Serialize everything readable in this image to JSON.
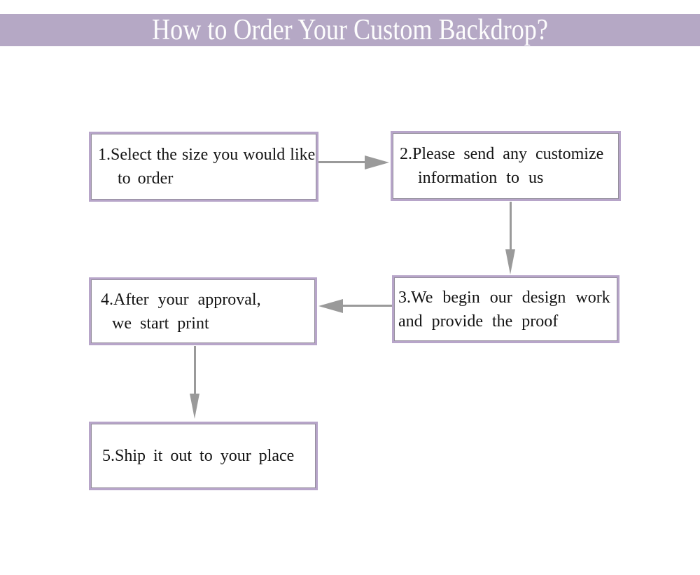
{
  "header": {
    "title": "How to Order Your Custom Backdrop?"
  },
  "colors": {
    "banner_background": "#b5a8c5",
    "banner_text": "#fdfdfd",
    "box_border": "#b7a5c9",
    "box_inner_line": "#948e9c",
    "box_background": "#ffffff",
    "arrow": "#9a9a9a",
    "text": "#141414"
  },
  "flowchart": {
    "steps": [
      {
        "line1": "1.Select the size you would like",
        "line2": "to order"
      },
      {
        "line1": "2.Please send any customize",
        "line2": "information to us"
      },
      {
        "line1": "3.We begin our design work",
        "line2": "and provide the proof"
      },
      {
        "line1": "4.After your approval,",
        "line2": "we start print"
      },
      {
        "line1": "5.Ship it out to your place"
      }
    ],
    "connections": [
      {
        "from": 1,
        "to": 2,
        "direction": "right"
      },
      {
        "from": 2,
        "to": 3,
        "direction": "down"
      },
      {
        "from": 3,
        "to": 4,
        "direction": "left"
      },
      {
        "from": 4,
        "to": 5,
        "direction": "down"
      }
    ]
  }
}
